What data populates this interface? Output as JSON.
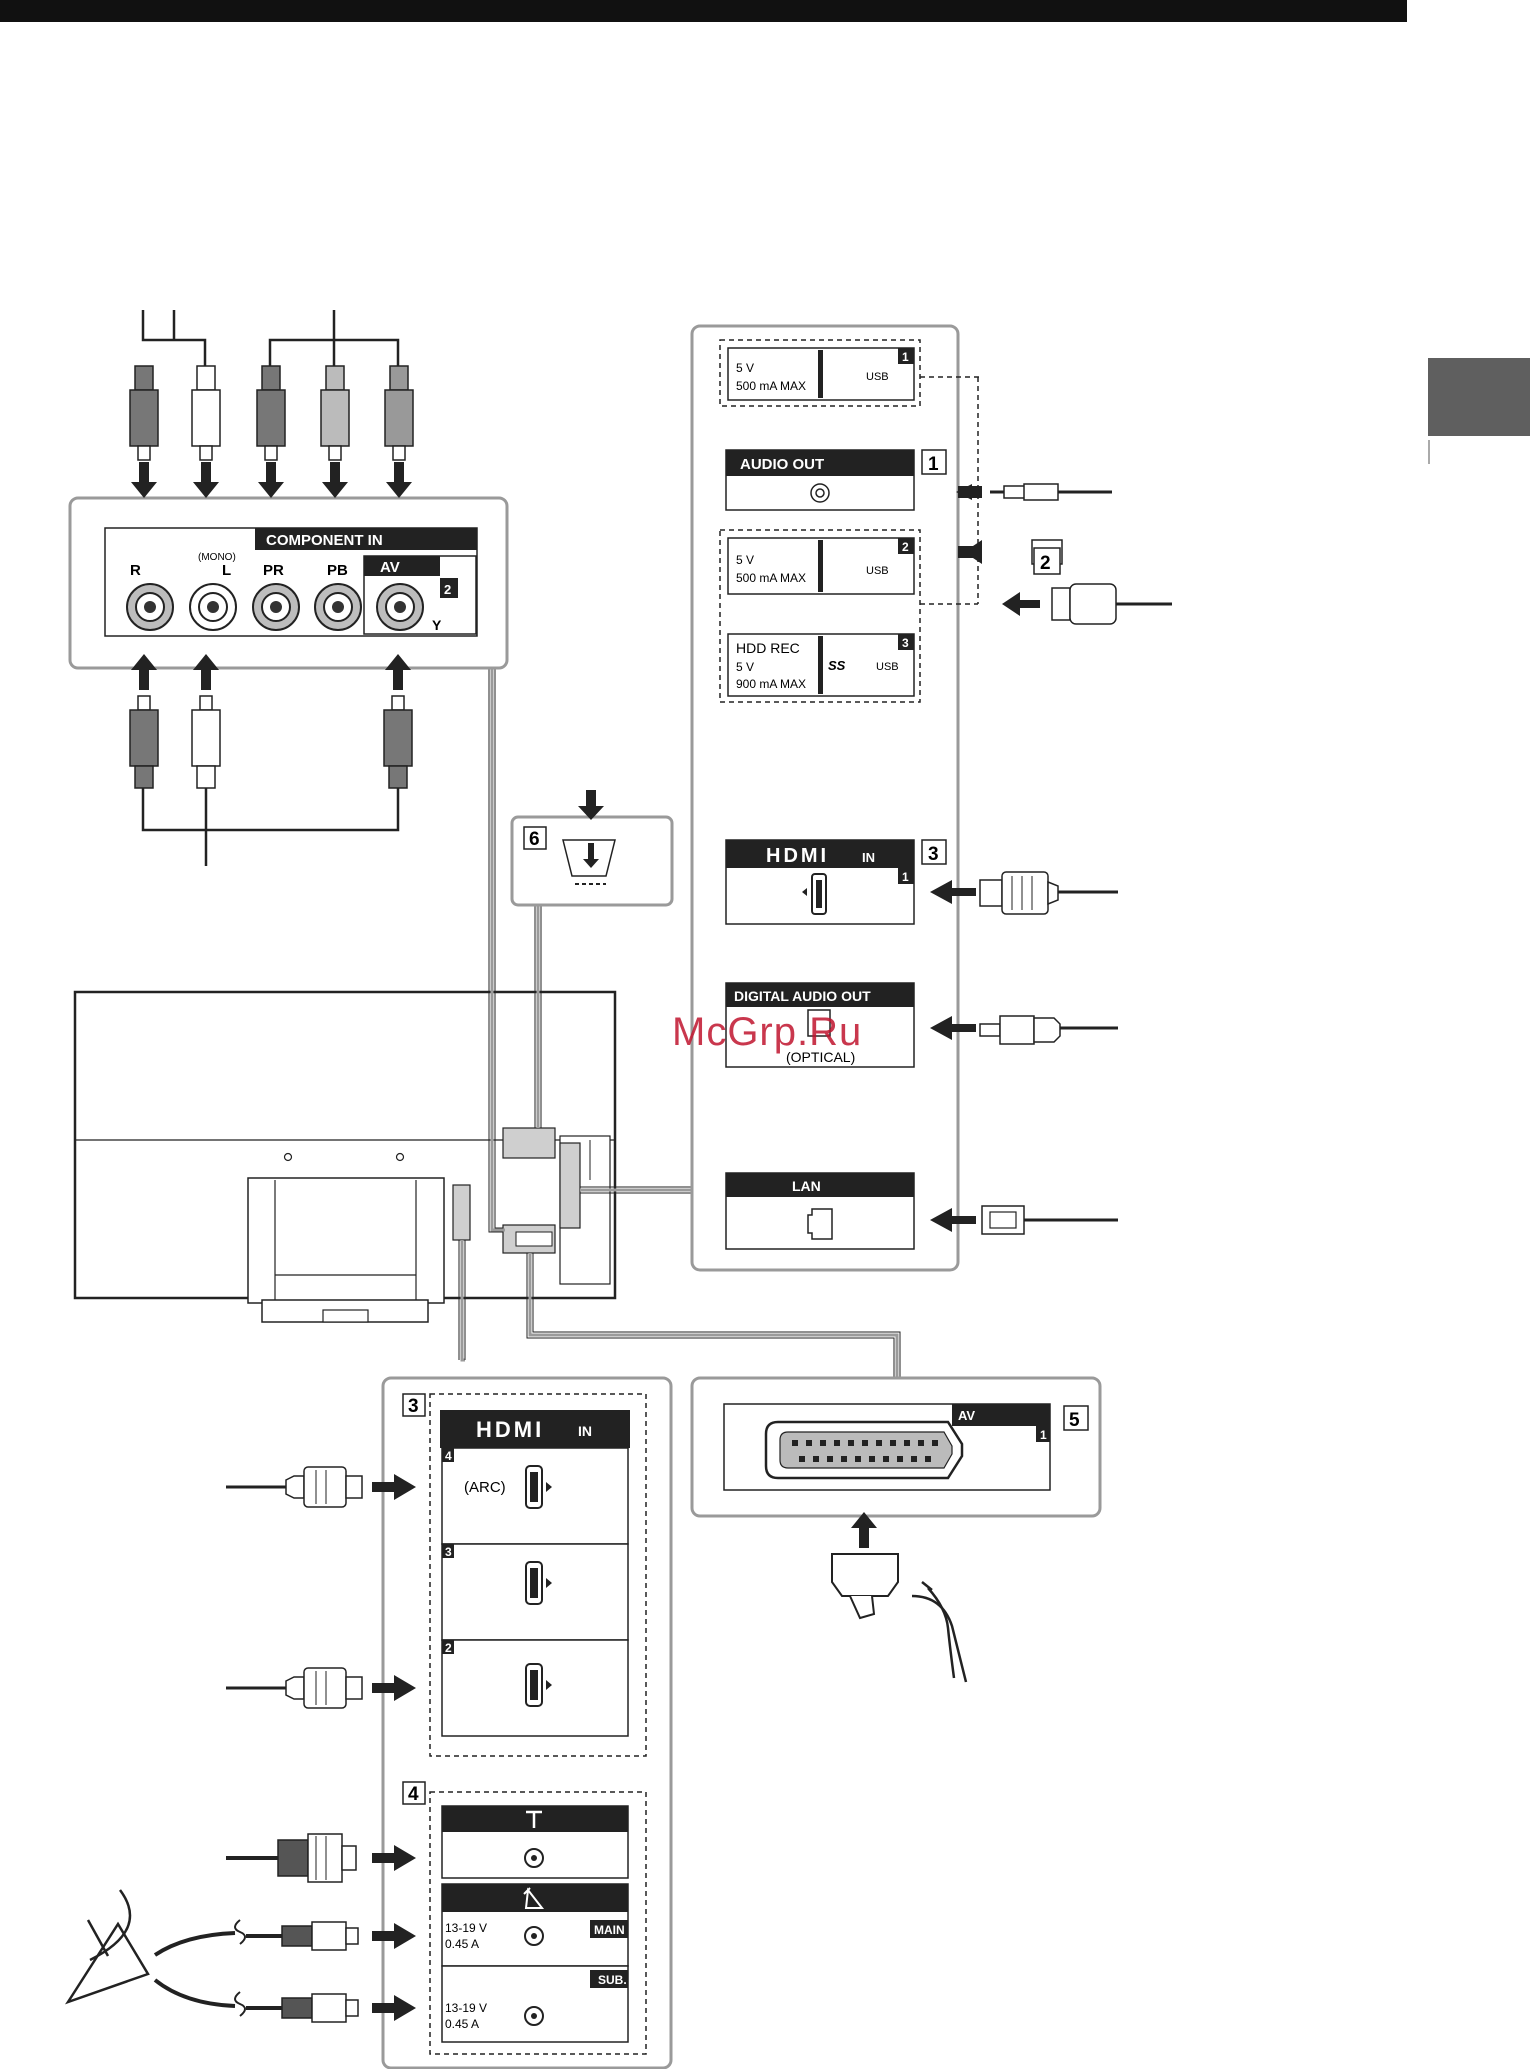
{
  "side_panel": {
    "usb1": {
      "volt": "5 V",
      "current": "500 mA MAX",
      "label": "USB",
      "num": "1"
    },
    "audio_out": {
      "label": "AUDIO OUT",
      "num": "1"
    },
    "usb2": {
      "volt": "5 V",
      "current": "500 mA MAX",
      "label": "USB",
      "num": "2"
    },
    "usb3": {
      "title": "HDD REC",
      "volt": "5 V",
      "current": "900 mA MAX",
      "label": "USB",
      "ss": "SS",
      "num": "3"
    },
    "callout_usb": "2",
    "hdmi1": {
      "logo": "HDMI",
      "in": "IN",
      "num": "1",
      "callout": "3"
    },
    "digital_audio": {
      "label": "DIGITAL AUDIO OUT",
      "sub": "(OPTICAL)"
    },
    "lan": {
      "label": "LAN"
    }
  },
  "component_panel": {
    "header": "COMPONENT IN",
    "r_label": "R",
    "l_label": "L",
    "mono": "(MONO)",
    "pr": "PR",
    "pb": "PB",
    "av": "AV",
    "av_num": "2",
    "y": "Y"
  },
  "callout_6": "6",
  "bottom_panel": {
    "callout_3": "3",
    "hdmi_logo": "HDMI",
    "hdmi_in": "IN",
    "hdmi4_num": "4",
    "arc": "(ARC)",
    "hdmi3_num": "3",
    "hdmi2_num": "2",
    "callout_4": "4",
    "sat_main_v": "13-19 V",
    "sat_main_a": "0.45 A",
    "main": "MAIN",
    "sat_sub_v": "13-19 V",
    "sat_sub_a": "0.45 A",
    "sub": "SUB."
  },
  "scart_panel": {
    "callout_5": "5",
    "av": "AV",
    "num": "1"
  },
  "watermark": "McGrp.Ru"
}
